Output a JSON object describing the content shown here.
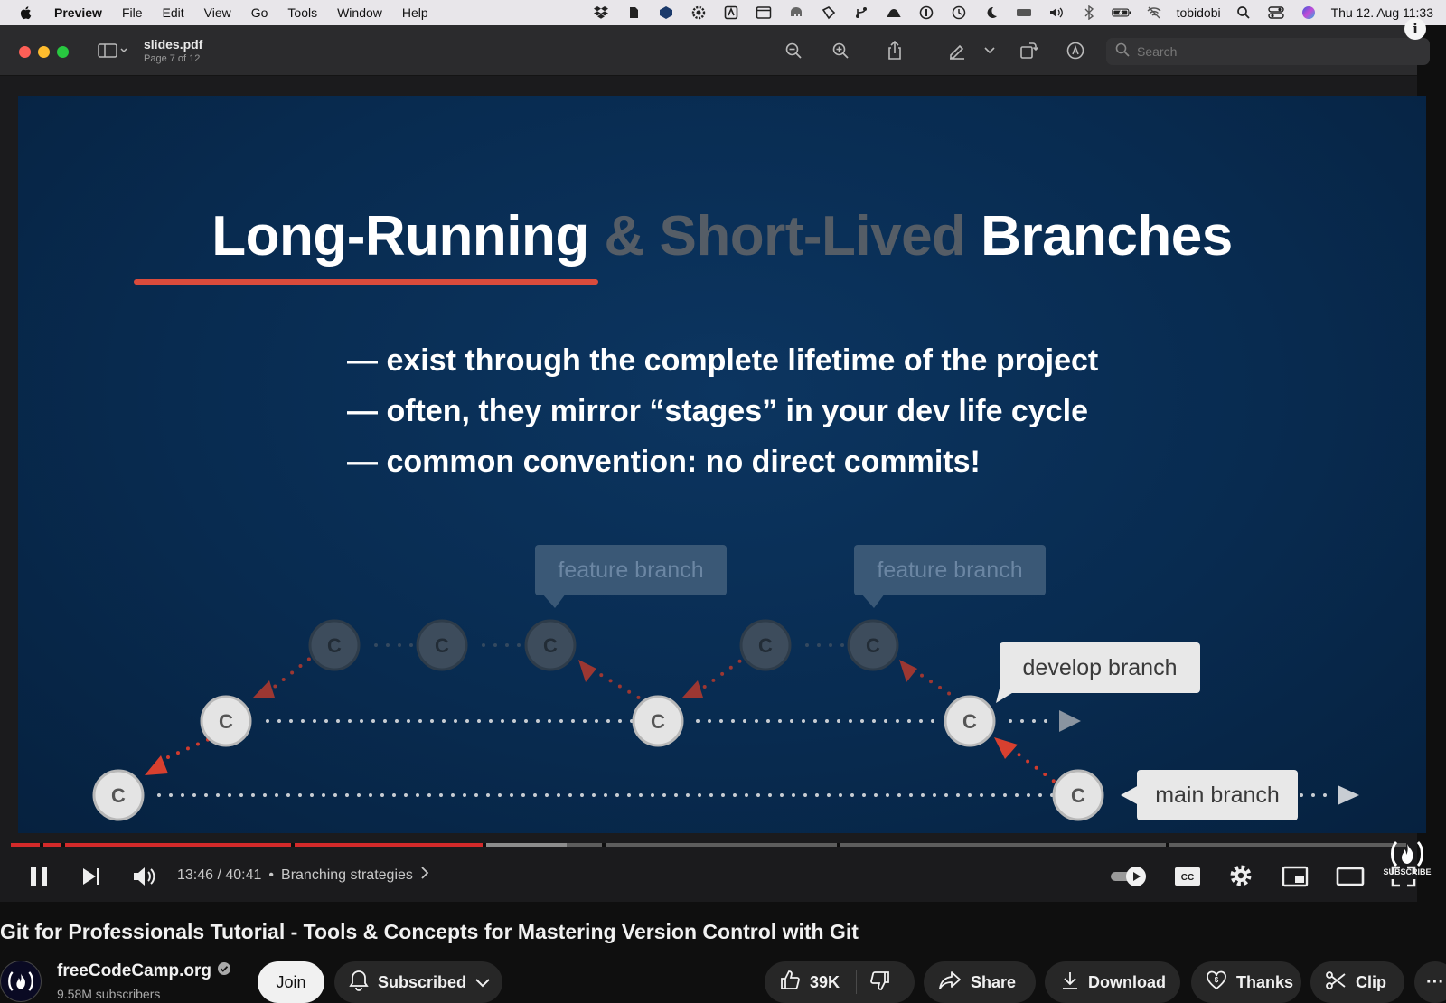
{
  "menubar": {
    "items": [
      "Preview",
      "File",
      "Edit",
      "View",
      "Go",
      "Tools",
      "Window",
      "Help"
    ],
    "user": "tobidobi",
    "datetime": "Thu 12. Aug  11:33"
  },
  "preview": {
    "filename": "slides.pdf",
    "page_info": "Page 7 of 12",
    "search_placeholder": "Search"
  },
  "slide": {
    "title_part1": "Long-Running",
    "title_part2": "& Short-Lived",
    "title_part3": "Branches",
    "bullets": [
      "— exist through the complete lifetime of the project",
      "— often, they mirror “stages” in your dev life cycle",
      "— common convention: no direct commits!"
    ],
    "commit_letter": "C",
    "labels": {
      "feature_1": "feature branch",
      "feature_2": "feature branch",
      "develop": "develop branch",
      "main": "main branch"
    }
  },
  "player": {
    "time": "13:46 / 40:41",
    "separator": "•",
    "chapter": "Branching strategies",
    "played_fraction": 0.338,
    "loaded_fraction": 0.398,
    "watermark": "SUBSCRIBE"
  },
  "video": {
    "title": "Git for Professionals Tutorial - Tools & Concepts for Mastering Version Control with Git",
    "channel": "freeCodeCamp.org",
    "subscribers": "9.58M subscribers",
    "join_label": "Join",
    "subscribed_label": "Subscribed",
    "likes": "39K",
    "share_label": "Share",
    "download_label": "Download",
    "thanks_label": "Thanks",
    "clip_label": "Clip",
    "more_label": "···"
  },
  "colors": {
    "accent_red": "#d32a2a",
    "slide_bg": "#082b50",
    "underline": "#d94b3c"
  }
}
